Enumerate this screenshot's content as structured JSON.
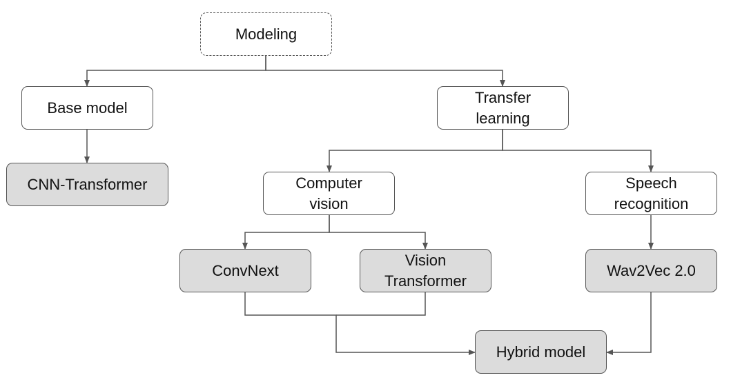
{
  "colors": {
    "line": "#555555",
    "white_fill": "#ffffff",
    "gray_fill": "#dcdcdc",
    "text": "#111111"
  },
  "nodes": {
    "modeling": {
      "label": "Modeling",
      "style": "dashed",
      "fill": "white"
    },
    "base_model": {
      "label": "Base model",
      "style": "solid",
      "fill": "white"
    },
    "cnn_transformer": {
      "label": "CNN-Transformer",
      "style": "solid",
      "fill": "gray"
    },
    "transfer_learning": {
      "label": "Transfer\nlearning",
      "style": "solid",
      "fill": "white"
    },
    "computer_vision": {
      "label": "Computer\nvision",
      "style": "solid",
      "fill": "white"
    },
    "speech_recognition": {
      "label": "Speech\nrecognition",
      "style": "solid",
      "fill": "white"
    },
    "convnext": {
      "label": "ConvNext",
      "style": "solid",
      "fill": "gray"
    },
    "vision_transformer": {
      "label": "Vision\nTransformer",
      "style": "solid",
      "fill": "gray"
    },
    "wav2vec": {
      "label": "Wav2Vec 2.0",
      "style": "solid",
      "fill": "gray"
    },
    "hybrid_model": {
      "label": "Hybrid model",
      "style": "solid",
      "fill": "gray"
    }
  },
  "edges": [
    {
      "from": "modeling",
      "to": "base_model"
    },
    {
      "from": "modeling",
      "to": "transfer_learning"
    },
    {
      "from": "base_model",
      "to": "cnn_transformer"
    },
    {
      "from": "transfer_learning",
      "to": "computer_vision"
    },
    {
      "from": "transfer_learning",
      "to": "speech_recognition"
    },
    {
      "from": "computer_vision",
      "to": "convnext"
    },
    {
      "from": "computer_vision",
      "to": "vision_transformer"
    },
    {
      "from": "speech_recognition",
      "to": "wav2vec"
    },
    {
      "from": "convnext",
      "to": "hybrid_model"
    },
    {
      "from": "vision_transformer",
      "to": "hybrid_model"
    },
    {
      "from": "wav2vec",
      "to": "hybrid_model"
    }
  ]
}
